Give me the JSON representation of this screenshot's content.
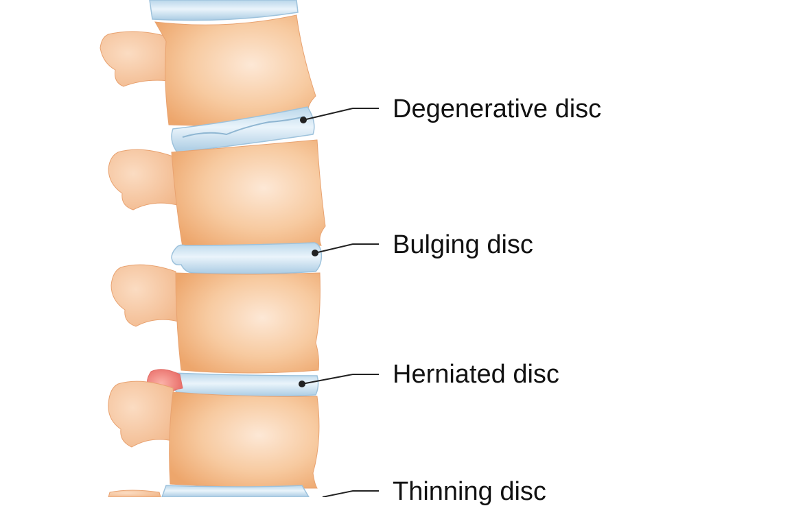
{
  "labels": {
    "degenerative": "Degenerative disc",
    "bulging": "Bulging disc",
    "herniated": "Herniated disc",
    "thinning": "Thinning disc"
  },
  "colors": {
    "background": "#ffffff",
    "vertebra": "#f6c496",
    "vertebra_edge": "#e8a270",
    "disc": "#cfe3f1",
    "disc_edge": "#9dc2dc",
    "herniation": "#f08a8a",
    "leader_line": "#222222",
    "label_text": "#111111"
  }
}
